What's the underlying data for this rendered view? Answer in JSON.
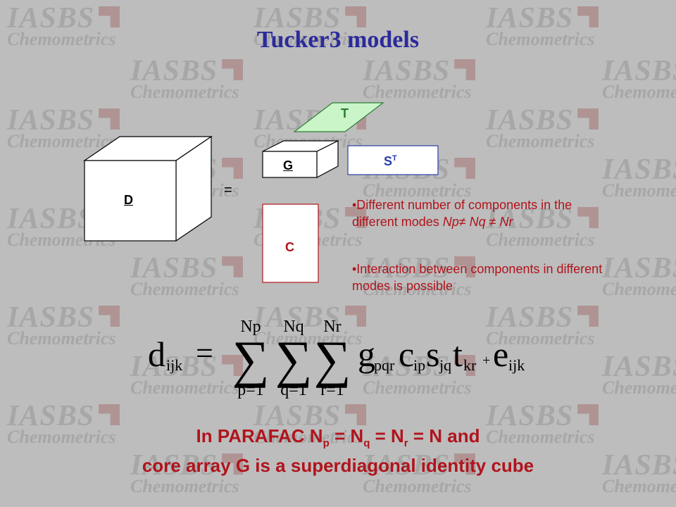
{
  "slide": {
    "title": "Tucker3 models",
    "watermark": {
      "line1": "IASBS",
      "line2": "Chemometrics"
    },
    "diagram": {
      "d_label": "D",
      "equals": "=",
      "g_label": "G",
      "t_label": "T",
      "st_label": "S",
      "st_sup": "T",
      "c_label": "C"
    },
    "bullets": [
      {
        "text": "•Different number of components in the different modes ",
        "math": "Np≠ Nq ≠ Nr"
      },
      {
        "text": "•Interaction between components in different modes is possible"
      }
    ],
    "formula": {
      "lhs": "d",
      "lhs_sub": "ijk",
      "eq": "=",
      "sum1_top": "Np",
      "sum1_bottom": "p=1",
      "sum2_top": "Nq",
      "sum2_bottom": "q=1",
      "sum3_top": "Nr",
      "sum3_bottom": "r=1",
      "g": "g",
      "g_sub": "pqr",
      "c": "c",
      "c_sub": "ip",
      "s": "s",
      "s_sub": "jq",
      "t": "t",
      "t_sub": "kr",
      "plus": "+",
      "e": "e",
      "e_sub": "ijk"
    },
    "bottom_line1": {
      "a": "In PARAFAC N",
      "p": "p",
      "b": " = N",
      "q": "q",
      "c": " = N",
      "r": "r",
      "d": " = N and"
    },
    "bottom_line2": "core array G is a superdiagonal identity cube",
    "colors": {
      "background": "#bdbdbd",
      "title": "#2b2b9c",
      "text_red": "#b0141c",
      "t_green": "#2e7d32",
      "t_fill": "#c9f5c9",
      "st_blue": "#2b3fa8",
      "c_red": "#b0141c",
      "watermark": "#a7a7a7"
    }
  }
}
